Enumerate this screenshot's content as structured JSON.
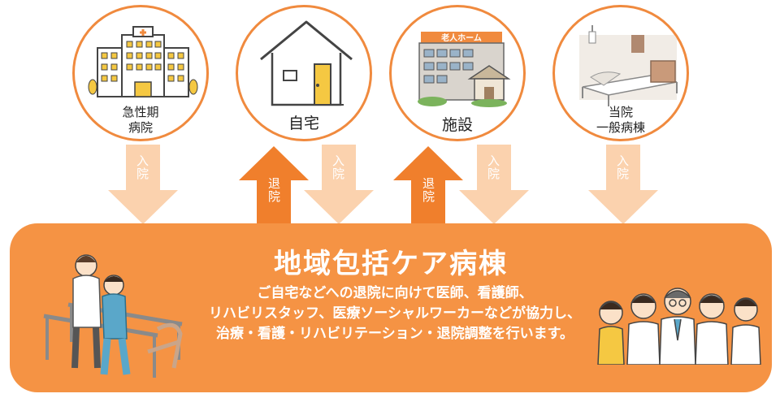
{
  "nodes": [
    {
      "label_lines": [
        "急性期",
        "病院"
      ],
      "icon": "hospital-icon"
    },
    {
      "label_lines": [
        "自宅"
      ],
      "icon": "house-icon"
    },
    {
      "label_lines": [
        "施設"
      ],
      "icon": "nursing-home-icon",
      "sign": "老人ホーム"
    },
    {
      "label_lines": [
        "当院",
        "一般病棟"
      ],
      "icon": "hospital-bed-icon"
    }
  ],
  "arrows": {
    "admit": "入院",
    "discharge": "退院"
  },
  "panel": {
    "title": "地域包括ケア病棟",
    "description": [
      "ご自宅などへの退院に向けて医師、看護師、",
      "リハビリスタッフ、医療ソーシャルワーカーなどが協力し、",
      "治療・看護・リハビリテーション・退院調整を行います。"
    ]
  },
  "colors": {
    "accent": "#f59344",
    "circle_border": "#f08a3e",
    "admit_arrow": "#fbd2ae",
    "discharge_arrow": "#f07f2c"
  }
}
